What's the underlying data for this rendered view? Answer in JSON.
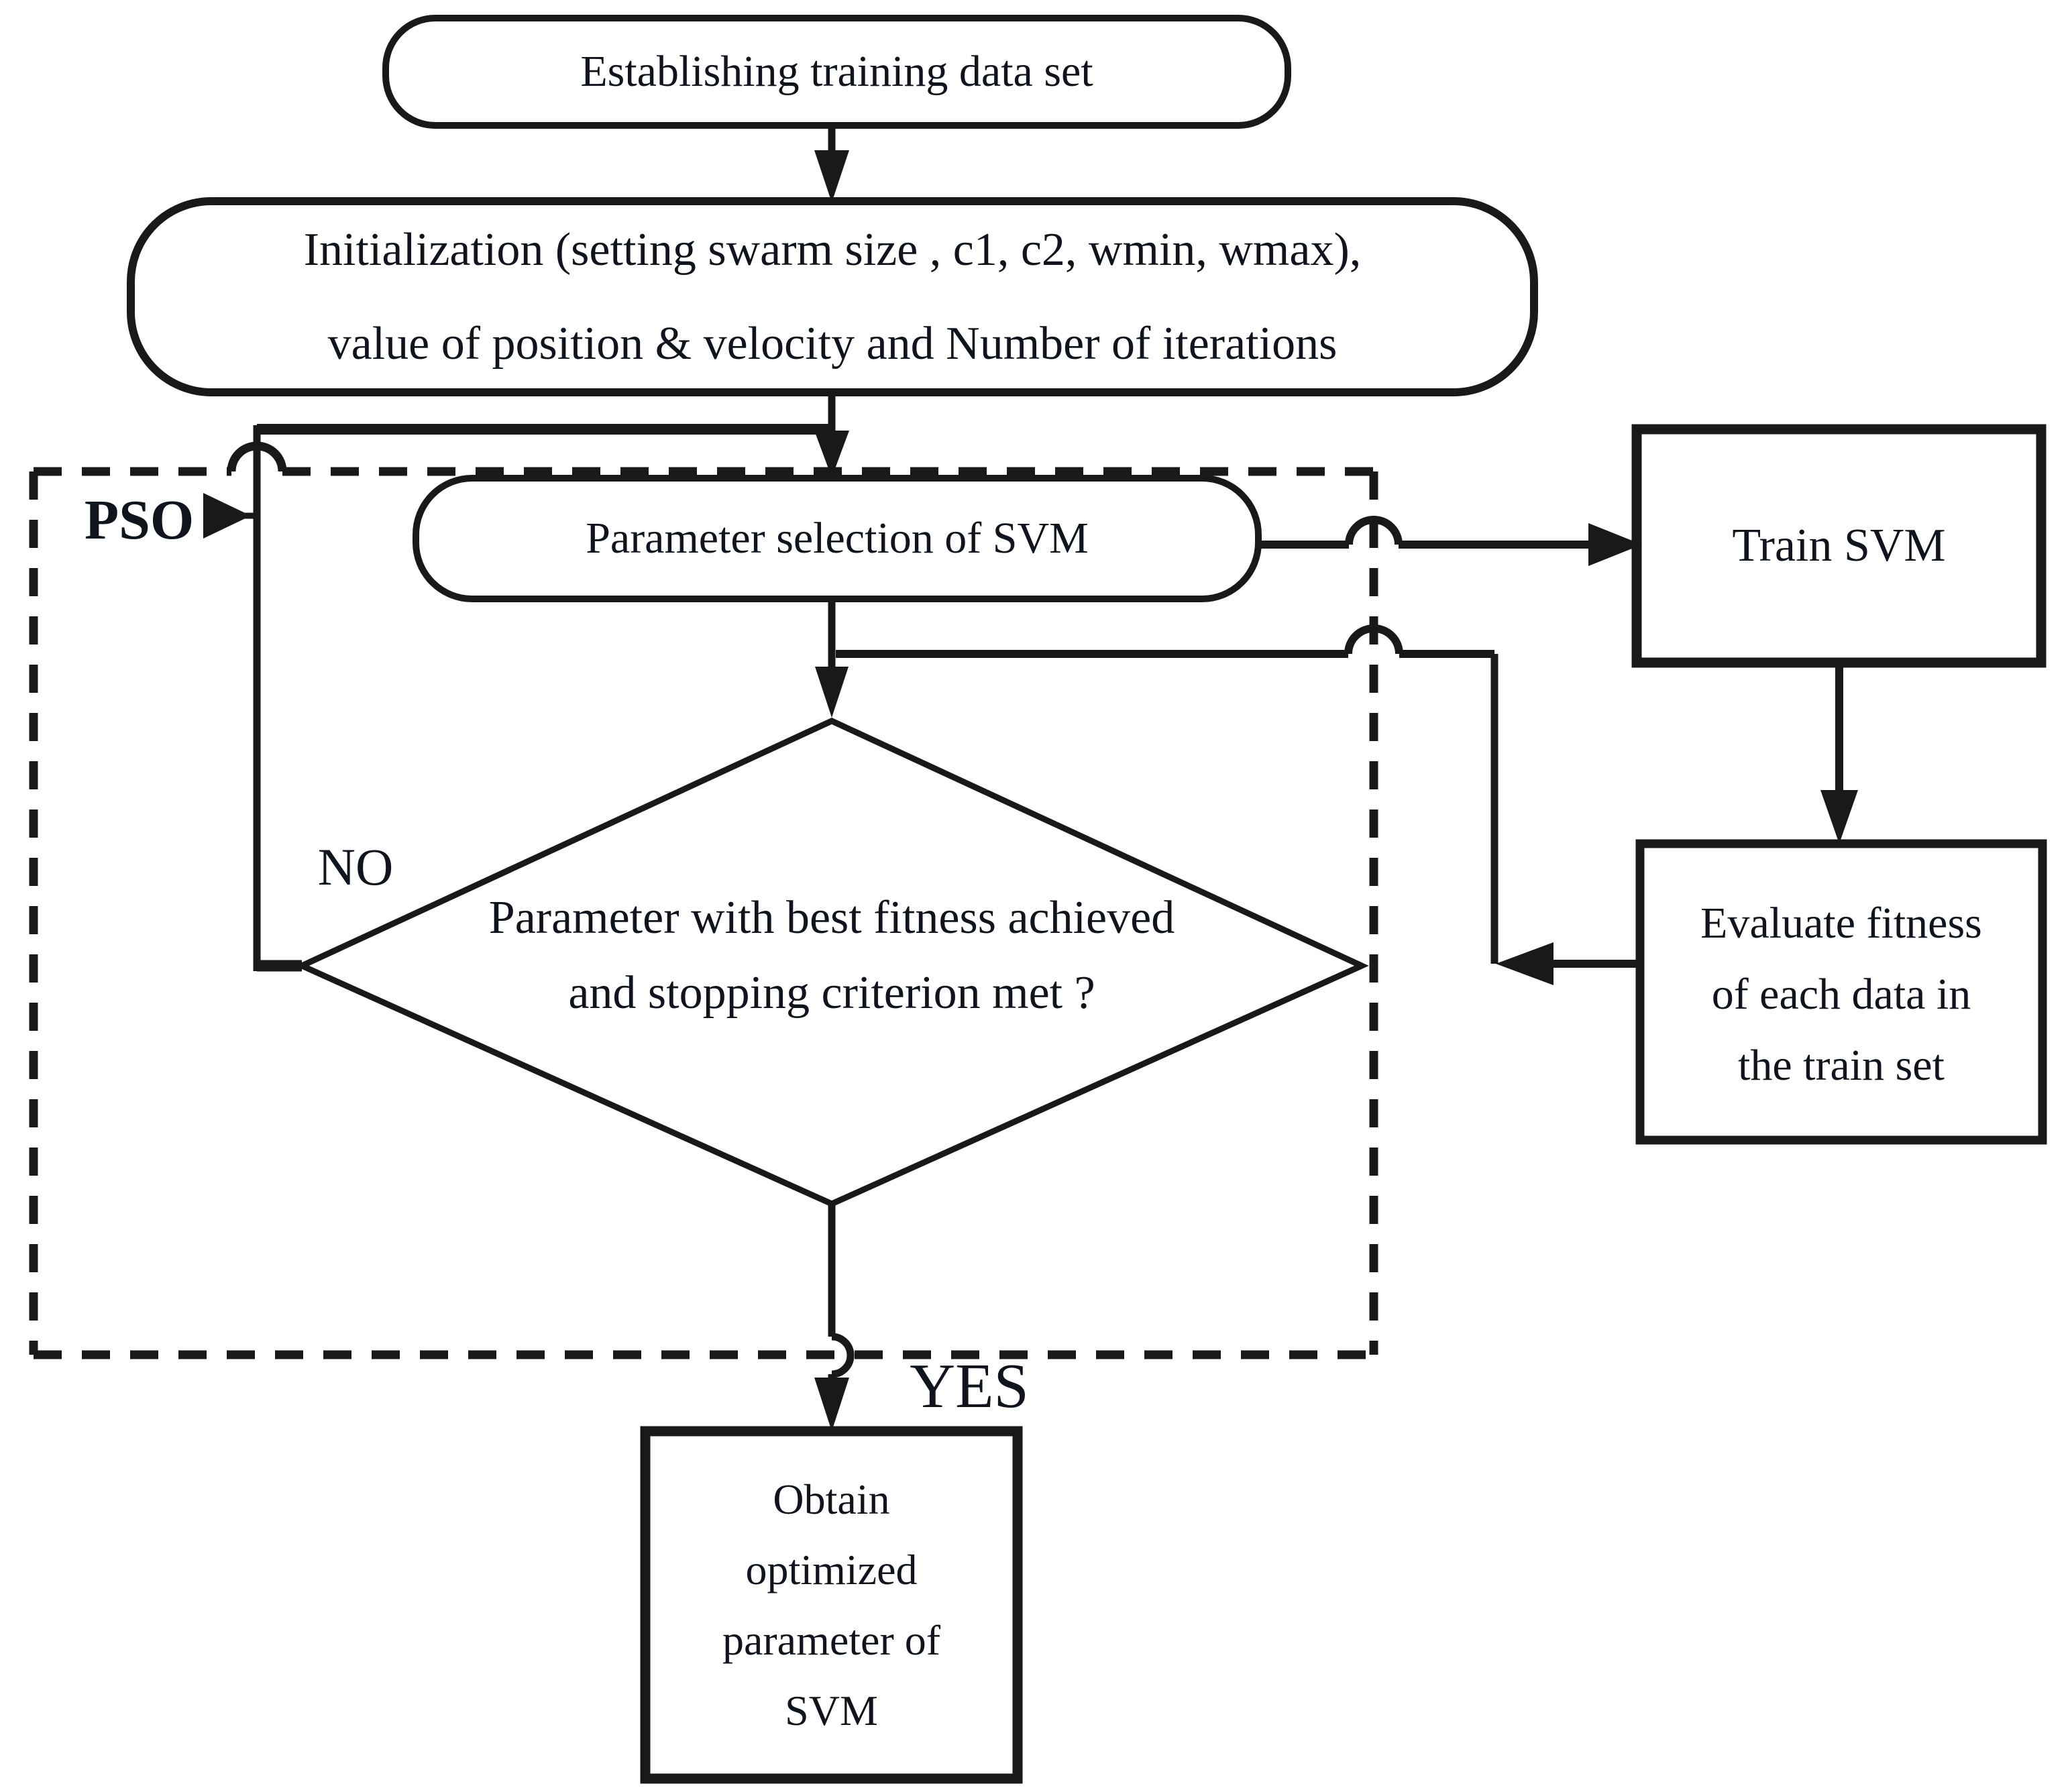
{
  "colors": {
    "ink": "#191919",
    "text": "#10141c",
    "background": "#ffffff"
  },
  "labels": {
    "pso": "PSO",
    "no": "NO",
    "yes": "YES"
  },
  "nodes": {
    "establish": {
      "lines": [
        "Establishing training data set"
      ]
    },
    "initialization": {
      "lines": [
        "Initialization  (setting swarm size , c1, c2, wmin, wmax),",
        "value of position  & velocity and Number of iterations"
      ]
    },
    "parameter_selection": {
      "lines": [
        "Parameter selection of SVM"
      ]
    },
    "train_svm": {
      "lines": [
        "Train SVM"
      ]
    },
    "evaluate_fitness": {
      "lines": [
        "Evaluate fitness",
        "of each data in",
        "the train set"
      ]
    },
    "decision": {
      "lines": [
        "Parameter with best fitness achieved",
        "and stopping criterion met ?"
      ]
    },
    "obtain": {
      "lines": [
        "Obtain",
        "optimized",
        "parameter of",
        "SVM"
      ]
    }
  }
}
